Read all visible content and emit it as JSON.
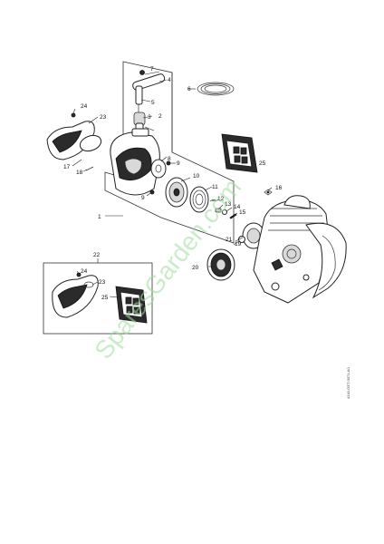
{
  "watermark": "SparesGarden.com",
  "drawing_code": "4140-GET-0071-A0",
  "labels": {
    "n1": "1",
    "n2": "2",
    "n3": "3",
    "n4": "4",
    "n5": "5",
    "n6": "6",
    "n7": "7",
    "n8": "8",
    "n9a": "9",
    "n9b": "9",
    "n10": "10",
    "n11": "11",
    "n12": "12",
    "n13": "13",
    "n14": "14",
    "n15": "15",
    "n16": "16",
    "n17": "17",
    "n18": "18",
    "n19": "19",
    "n20": "20",
    "n21": "21",
    "n22": "22",
    "n23a": "23",
    "n23b": "23",
    "n24a": "24",
    "n24b": "24",
    "n25a": "25",
    "n25b": "25"
  }
}
